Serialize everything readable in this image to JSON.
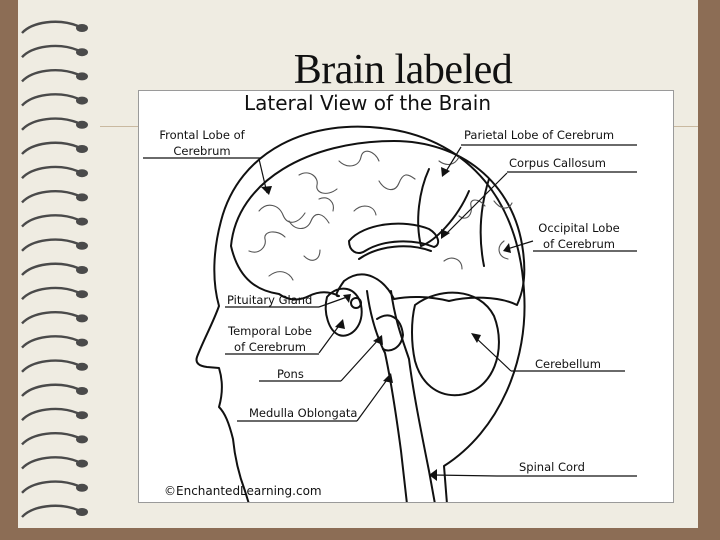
{
  "slide": {
    "title": "Brain labeled"
  },
  "diagram": {
    "title": "Lateral View of the Brain",
    "labels": {
      "frontal_line1": "Frontal Lobe of",
      "frontal_line2": "Cerebrum",
      "parietal": "Parietal Lobe of Cerebrum",
      "corpus_callosum": "Corpus Callosum",
      "occipital_line1": "Occipital Lobe",
      "occipital_line2": "of Cerebrum",
      "pituitary": "Pituitary Gland",
      "temporal_line1": "Temporal Lobe",
      "temporal_line2": "of Cerebrum",
      "cerebellum": "Cerebellum",
      "pons": "Pons",
      "medulla": "Medulla Oblongata",
      "spinal_cord": "Spinal Cord"
    },
    "copyright": "©EnchantedLearning.com"
  },
  "colors": {
    "outer_background": "#8c6d55",
    "slide_background": "#efece2",
    "ring_metal": "#4a4a4a"
  }
}
